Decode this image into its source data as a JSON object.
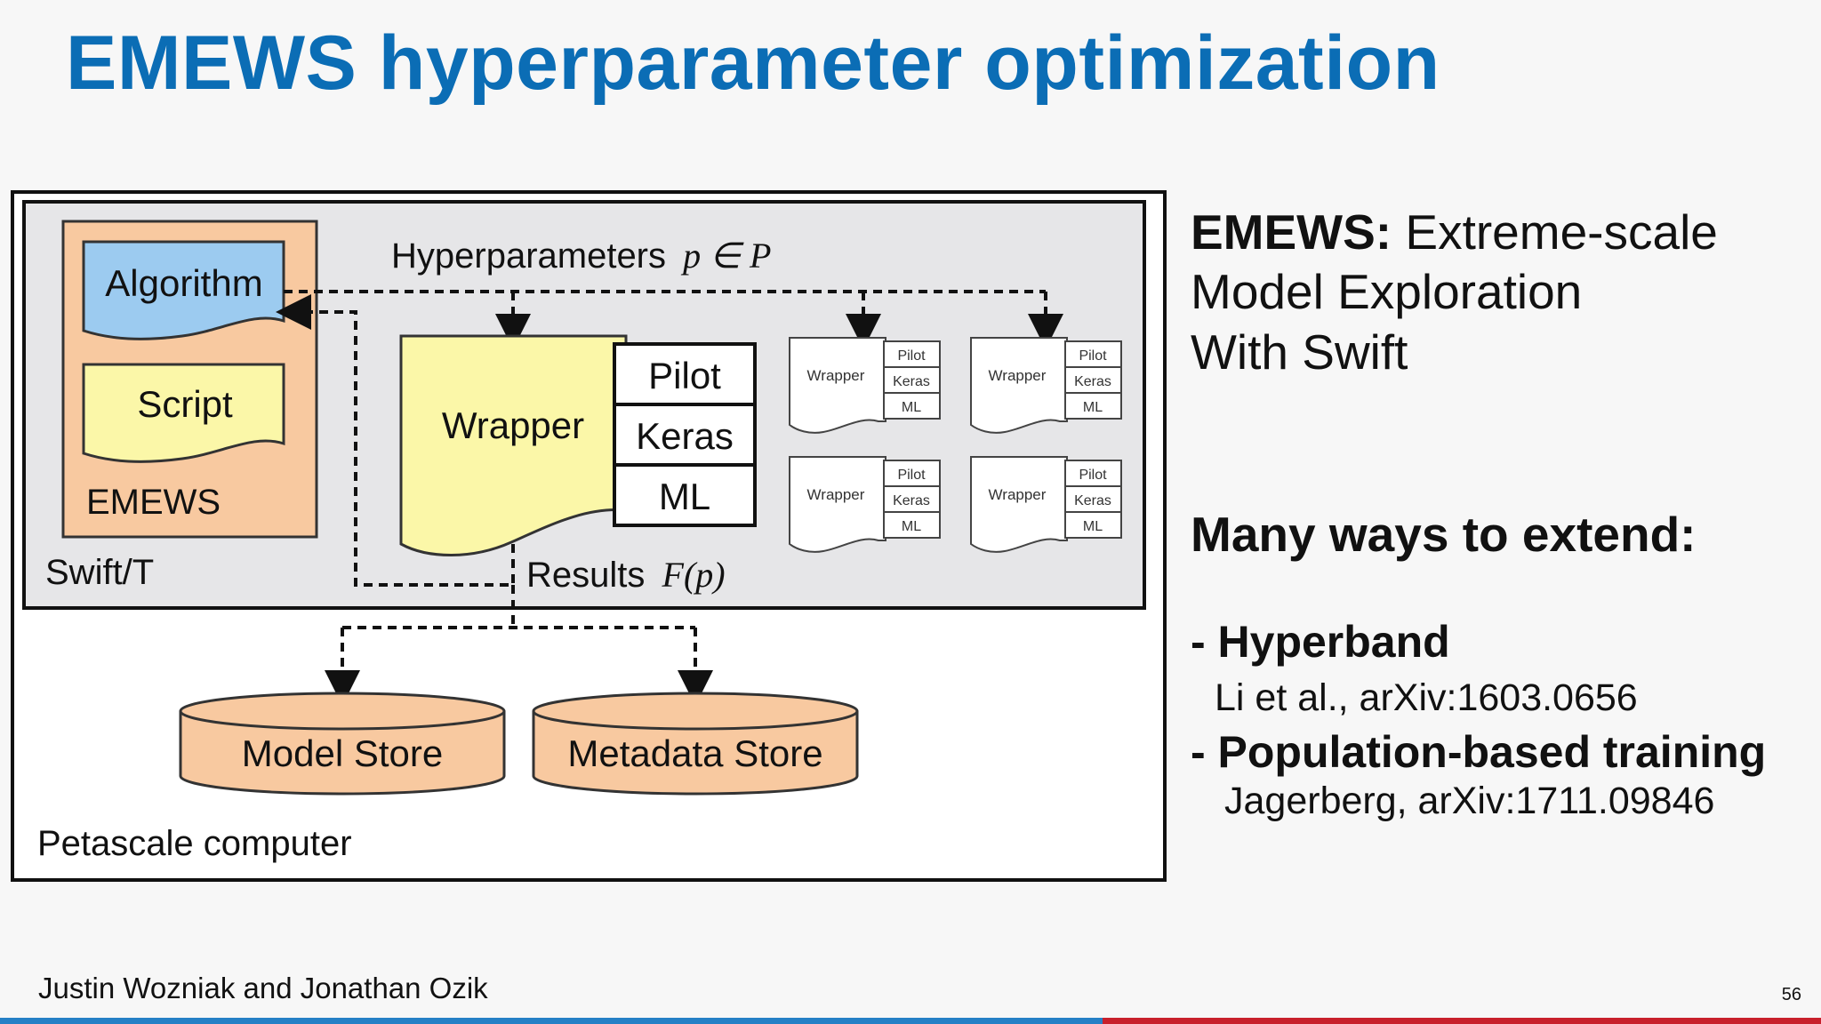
{
  "title": "EMEWS hyperparameter optimization",
  "diagram": {
    "algorithm": "Algorithm",
    "script": "Script",
    "emews": "EMEWS",
    "swift_t": "Swift/T",
    "hyperparameters": "Hyperparameters",
    "hyperparameters_math": "p ∈ P",
    "wrapper": "Wrapper",
    "pilot": "Pilot",
    "keras": "Keras",
    "ml": "ML",
    "results": "Results",
    "results_math": "F(p)",
    "model_store": "Model Store",
    "metadata_store": "Metadata Store",
    "petascale": "Petascale computer",
    "colors": {
      "emews_box": "#f8c9a0",
      "algorithm": "#9ccbf0",
      "script": "#fbf7a8",
      "wrapper": "#fbf7a8",
      "store": "#f8c9a0",
      "swift_panel": "#e6e6e8"
    }
  },
  "right": {
    "emews_bold": "EMEWS:",
    "emews_rest": "Extreme-scale",
    "line2": "Model Exploration",
    "line3": "With Swift",
    "extend_heading": "Many ways to extend:",
    "item1": "- Hyperband",
    "item1_ref": "Li et al., arXiv:1603.0656",
    "item2": "- Population-based training",
    "item2_ref": "Jagerberg, arXiv:1711.09846"
  },
  "footer": {
    "author": "Justin Wozniak and Jonathan Ozik",
    "page": "56"
  }
}
